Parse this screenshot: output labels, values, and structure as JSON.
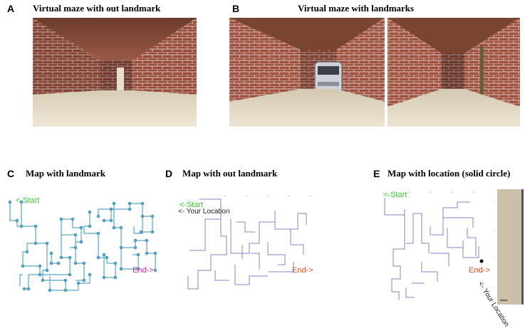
{
  "panels": {
    "a": {
      "letter": "A",
      "title": "Virtual maze with out landmark"
    },
    "b": {
      "letter": "B",
      "title": "Virtual maze with landmarks"
    },
    "c": {
      "letter": "C",
      "title": "Map with landmark",
      "start": "<-Start",
      "end": "End->"
    },
    "d": {
      "letter": "D",
      "title": "Map with out landmark",
      "start": "<-Start",
      "location": "<- Your Location",
      "end": "End->"
    },
    "e": {
      "letter": "E",
      "title": "Map with location (solid circle)",
      "start": "<-Start",
      "end": "End->",
      "location": "<- Your Location"
    }
  },
  "colors": {
    "maze_lines_c": "#5aa6c8",
    "maze_lines_de": "#7f86c9",
    "start_label": "#33cc33",
    "end_label_c": "#cc3399",
    "end_label_de": "#d9532c",
    "brick": "#9a4a3a",
    "floor": "#e6dcc8"
  },
  "icons": {
    "landmark_vehicle": "van-icon",
    "landmark_post": "pole-icon",
    "current_position": "solid-circle-icon"
  }
}
